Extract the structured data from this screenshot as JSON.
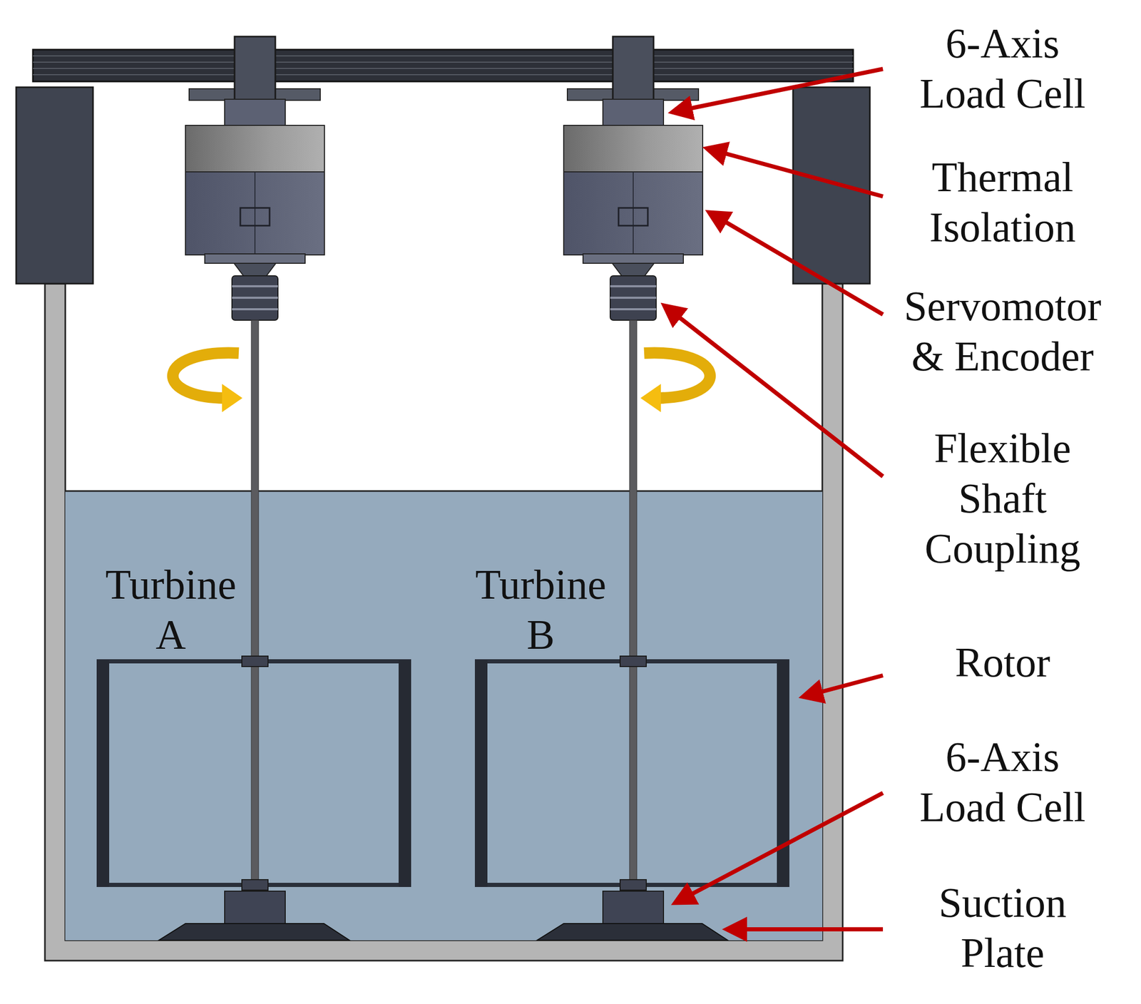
{
  "diagram": {
    "labels": [
      "6-Axis Load Cell",
      "Thermal Isolation",
      "Servomotor & Encoder",
      "Flexible Shaft Coupling",
      "Turbine A",
      "Turbine B",
      "Rotor",
      "6-Axis Load Cell",
      "Suction Plate"
    ]
  }
}
